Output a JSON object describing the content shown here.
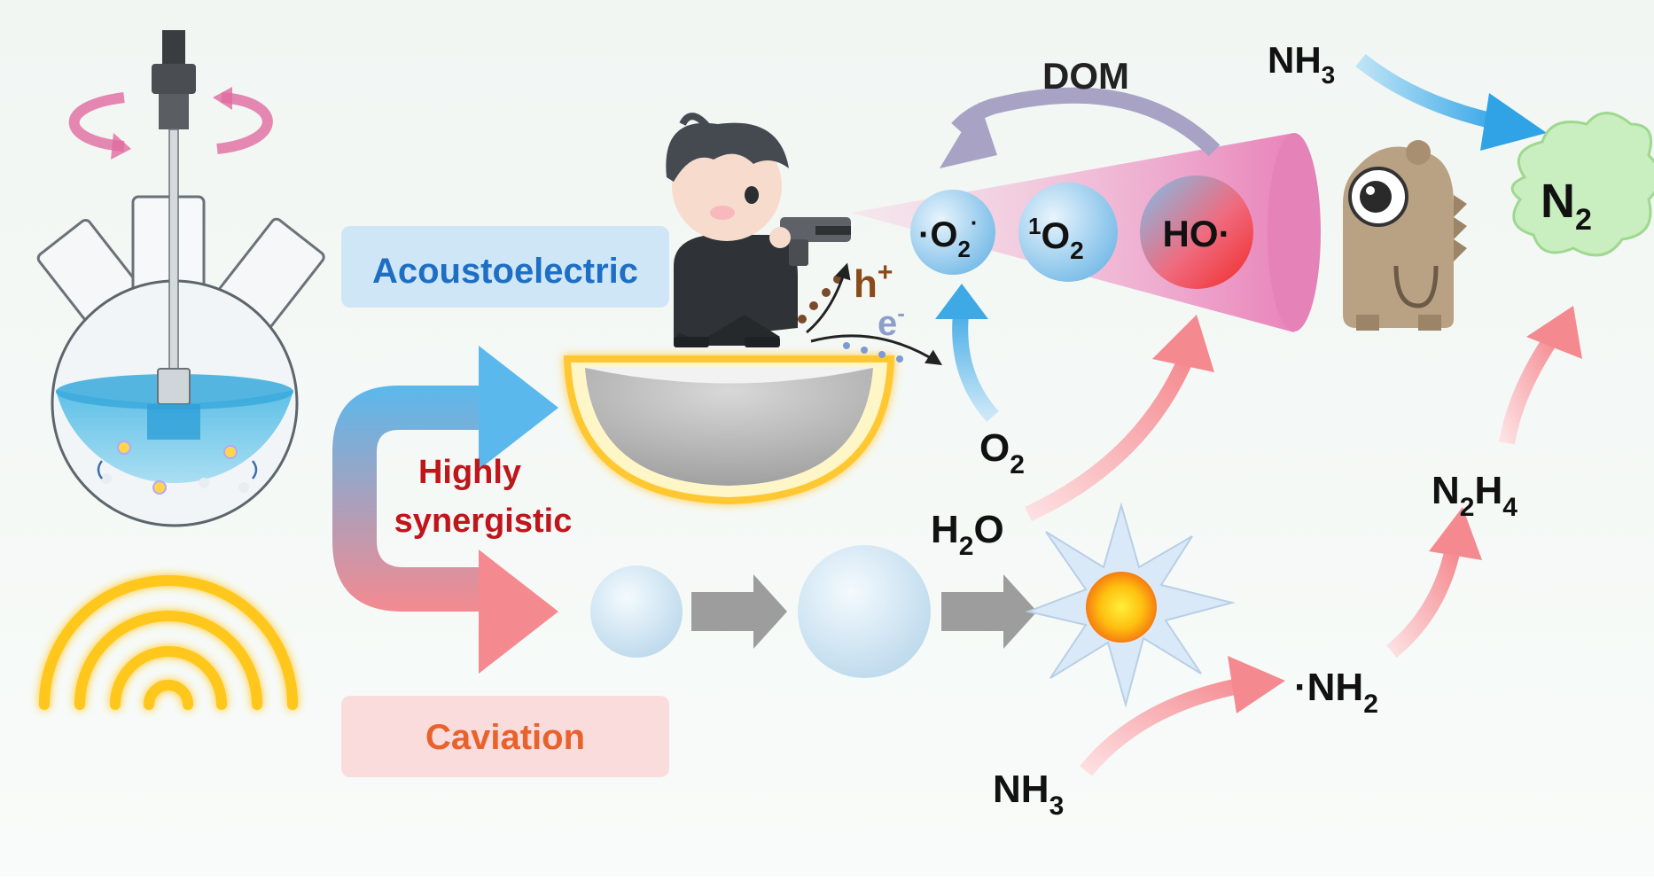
{
  "labels": {
    "acoustoelectric": "Acoustoelectric",
    "caviation": "Caviation",
    "highly": "Highly",
    "synergistic": "synergistic",
    "dom": "DOM"
  },
  "species": {
    "superoxide_pre": "·O",
    "superoxide_sub": "2",
    "superoxide_sup": "·",
    "singlet_sup": "1",
    "singlet_main": "O",
    "singlet_sub": "2",
    "hydroxyl": "HO·",
    "hole_main": "h",
    "hole_sup": "+",
    "electron_main": "e",
    "electron_sup": "-",
    "o2_main": "O",
    "o2_sub": "2",
    "h2o_h": "H",
    "h2o_sub": "2",
    "h2o_o": "O",
    "nh3_top_main": "NH",
    "nh3_top_sub": "3",
    "nh3_bottom_main": "NH",
    "nh3_bottom_sub": "3",
    "nh2_main": "·NH",
    "nh2_sub": "2",
    "n2h4_n": "N",
    "n2h4_sub1": "2",
    "n2h4_h": "H",
    "n2h4_sub2": "4",
    "n2_main": "N",
    "n2_sub": "2"
  },
  "colors": {
    "acoustoelectric_text": "#1e6fc4",
    "acoustoelectric_box": "#cfe6f6",
    "caviation_text": "#e8622c",
    "caviation_box": "#fbdcdc",
    "synergistic_text": "#c0161b",
    "blue_arrow": "#5ab8ec",
    "pink_arrow": "#f48a90",
    "dom_arrow": "#a8a3c4",
    "n2_cloud": "#c9eec0"
  },
  "icons": [
    "stirrer-flask-icon",
    "ultrasound-waves-icon",
    "character-with-gun-icon",
    "monster-icon",
    "bubble-icon",
    "cavitation-burst-icon",
    "rotation-arrow-icon"
  ]
}
